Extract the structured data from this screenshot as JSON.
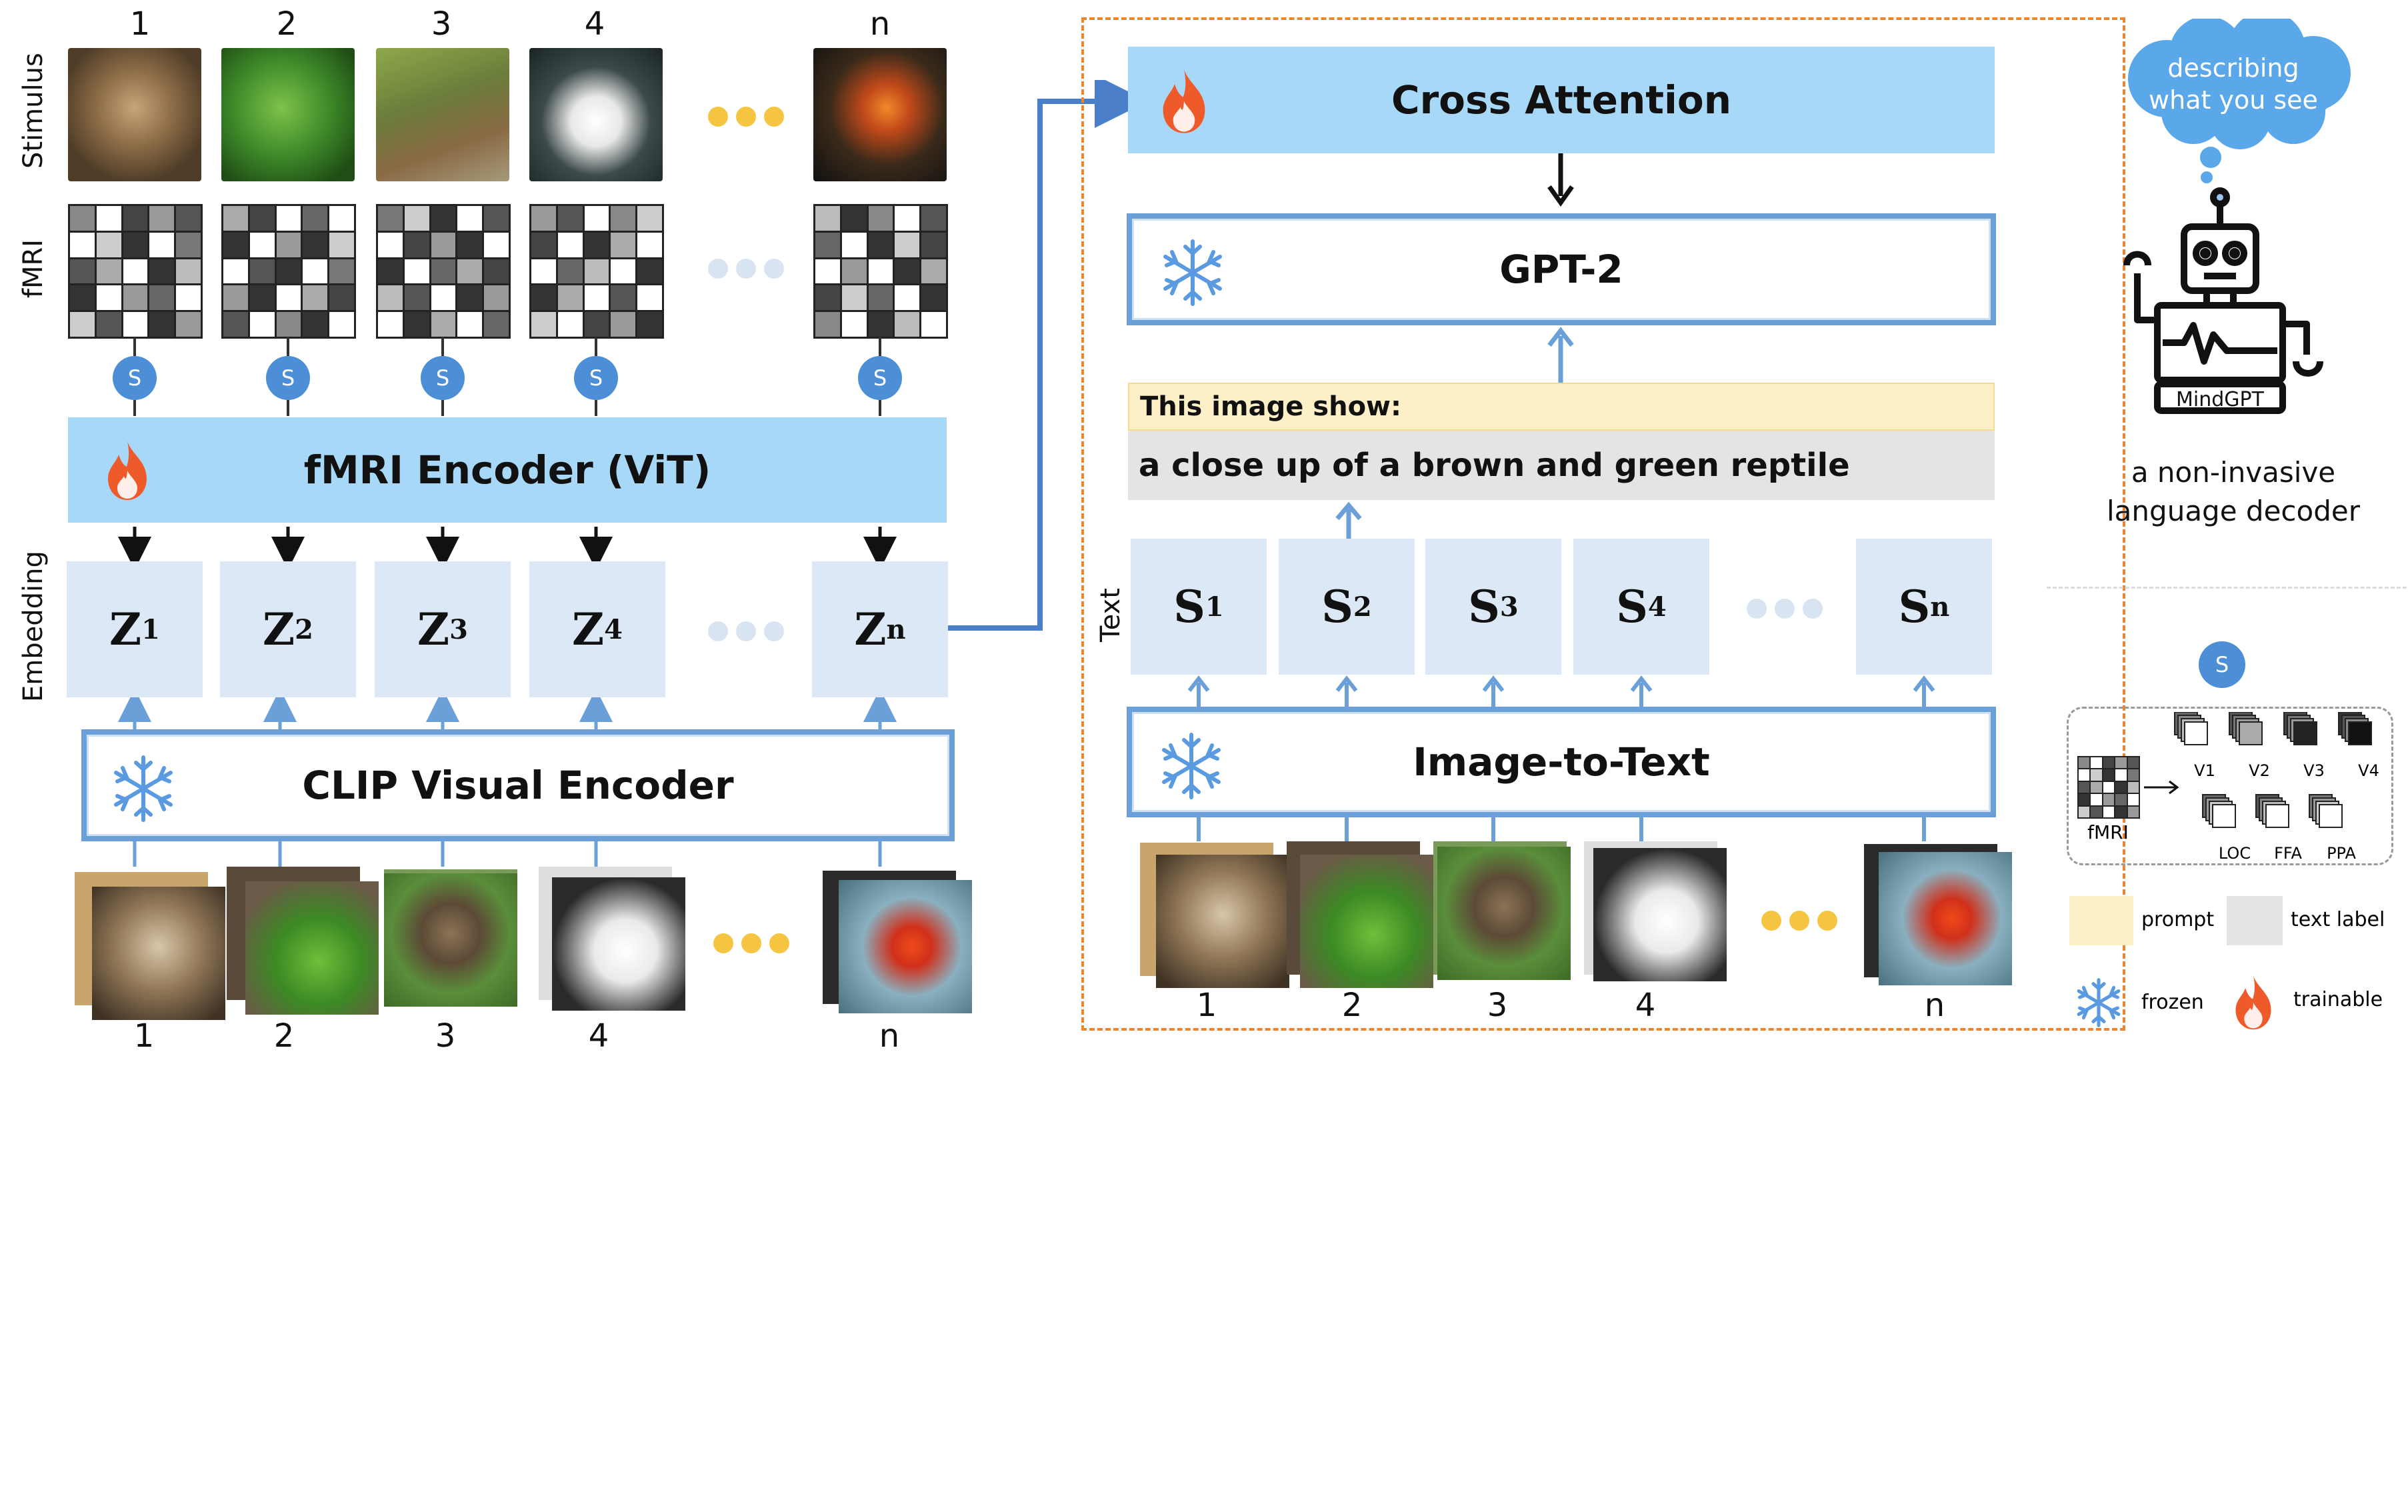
{
  "left": {
    "column_labels_top": [
      "1",
      "2",
      "3",
      "4",
      "n"
    ],
    "column_labels_bottom": [
      "1",
      "2",
      "3",
      "4",
      "n"
    ],
    "row_labels": {
      "stimulus": "Stimulus",
      "fmri": "fMRI",
      "embedding": "Embedding"
    },
    "s_badge": "S",
    "fmri_encoder": "fMRI Encoder (ViT)",
    "clip_encoder": "CLIP Visual Encoder",
    "embeddings": [
      {
        "base": "Z",
        "sub": "1"
      },
      {
        "base": "Z",
        "sub": "2"
      },
      {
        "base": "Z",
        "sub": "3"
      },
      {
        "base": "Z",
        "sub": "4"
      },
      {
        "base": "Z",
        "sub": "n"
      }
    ]
  },
  "right": {
    "cross_attention": "Cross Attention",
    "gpt2": "GPT-2",
    "prompt": "This image show:",
    "text_label": "a close up of a brown and green reptile",
    "text_row_label": "Text",
    "tokens": [
      {
        "base": "S",
        "sub": "1"
      },
      {
        "base": "S",
        "sub": "2"
      },
      {
        "base": "S",
        "sub": "3"
      },
      {
        "base": "S",
        "sub": "4"
      },
      {
        "base": "S",
        "sub": "n"
      }
    ],
    "image_to_text": "Image-to-Text",
    "column_labels_bottom": [
      "1",
      "2",
      "3",
      "4",
      "n"
    ]
  },
  "side": {
    "thought": "describing what you see",
    "robot_label": "MindGPT",
    "caption": "a non-invasive language decoder",
    "legend_s_badge": "S",
    "roi_labels": [
      "V1",
      "V2",
      "V3",
      "V4",
      "LOC",
      "FFA",
      "PPA"
    ],
    "roi_fmri": "fMRI",
    "legend": {
      "prompt": "prompt",
      "text_label": "text label",
      "frozen": "frozen",
      "trainable": "trainable"
    }
  },
  "colors": {
    "accent_blue": "#4d8fd6",
    "light_blue_fill": "#a7d8f7",
    "embed_fill": "#dce8f5",
    "prompt_fill": "#fdf0c6",
    "text_fill": "#e4e4e4",
    "dots": "#f5c542",
    "flame": "#ef5a2a",
    "dashed_border": "#e8872f"
  }
}
